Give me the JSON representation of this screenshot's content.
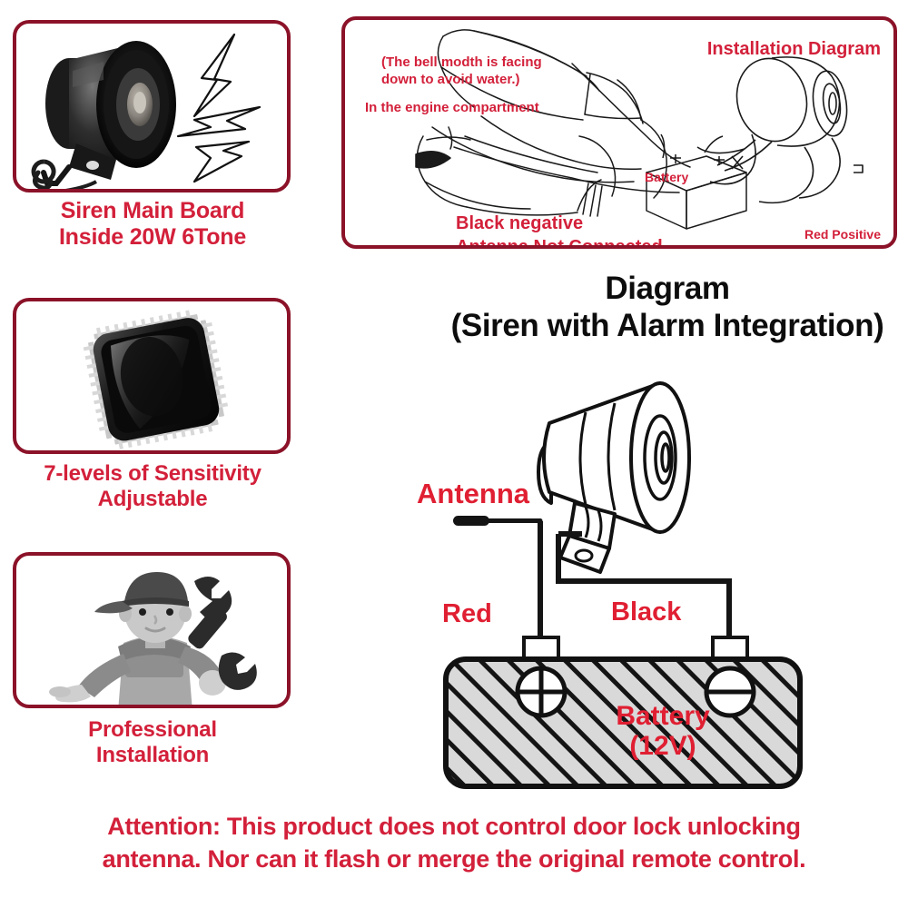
{
  "features": [
    {
      "id": "siren-main-board",
      "icon": "siren-speaker-photo",
      "caption_line1": "Siren Main Board",
      "caption_line2": "Inside 20W 6Tone"
    },
    {
      "id": "sensitivity",
      "icon": "microchip-photo",
      "caption_line1": "7-levels of Sensitivity",
      "caption_line2": "Adjustable"
    },
    {
      "id": "professional-installation",
      "icon": "technician-illustration",
      "caption_line1": "Professional",
      "caption_line2": "Installation"
    }
  ],
  "installation_panel": {
    "title": "Installation Diagram",
    "note_bell": "(The bell modth is facing down to avoid water.)",
    "note_engine": "In the engine compartment",
    "label_black_negative": "Black negative",
    "label_antenna_not_connected": "Antenna Not Connected",
    "label_battery": "Battery",
    "label_red_positive": "Red Positive"
  },
  "main": {
    "title_line1": "Diagram",
    "title_line2": "(Siren with Alarm Integration)",
    "label_antenna": "Antenna",
    "label_red": "Red",
    "label_black": "Black",
    "label_battery": "Battery",
    "label_battery_voltage": "(12V)"
  },
  "attention": {
    "line1": "Attention: This product does not control door lock unlocking",
    "line2": "antenna. Nor can it flash or merge the original remote control."
  },
  "colors": {
    "label_red": "#d3203a",
    "frame_maroon": "#8b1228",
    "diagram_red": "#e01f32",
    "ink_black": "#0d0d0d",
    "battery_fill": "#d9d9d9",
    "background": "#ffffff"
  }
}
